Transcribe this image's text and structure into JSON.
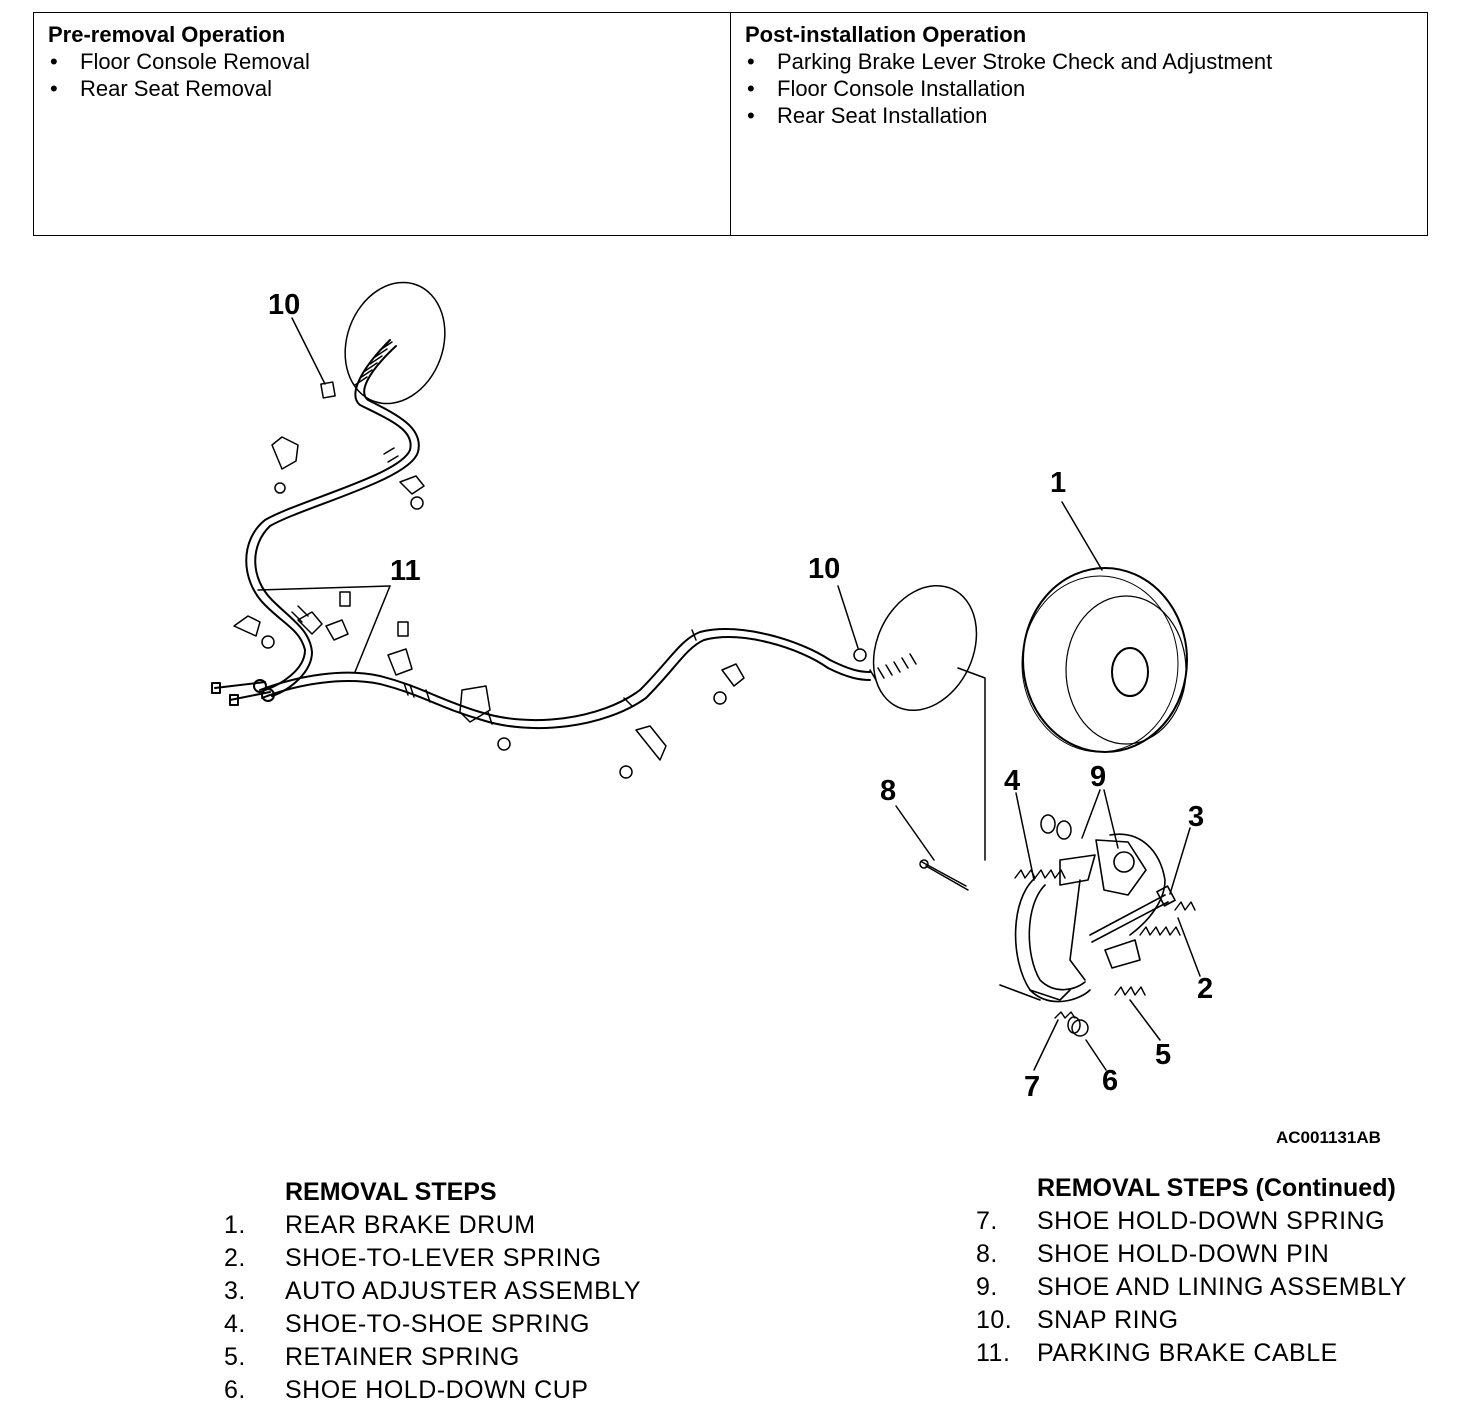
{
  "pre_removal": {
    "heading": "Pre-removal Operation",
    "items": [
      "Floor Console Removal",
      "Rear Seat Removal"
    ]
  },
  "post_installation": {
    "heading": "Post-installation Operation",
    "items": [
      "Parking Brake Lever Stroke Check and Adjustment",
      "Floor Console Installation",
      "Rear Seat Installation"
    ]
  },
  "callouts": {
    "c1": "1",
    "c2": "2",
    "c3": "3",
    "c4": "4",
    "c5": "5",
    "c6": "6",
    "c7": "7",
    "c8": "8",
    "c9": "9",
    "c10_top": "10",
    "c10_mid": "10",
    "c11": "11"
  },
  "figure_id": "AC001131AB",
  "removal_steps": {
    "title": "REMOVAL STEPS",
    "steps": [
      {
        "num": "1.",
        "label": "REAR BRAKE DRUM"
      },
      {
        "num": "2.",
        "label": "SHOE-TO-LEVER SPRING"
      },
      {
        "num": "3.",
        "label": "AUTO ADJUSTER ASSEMBLY"
      },
      {
        "num": "4.",
        "label": "SHOE-TO-SHOE SPRING"
      },
      {
        "num": "5.",
        "label": "RETAINER SPRING"
      },
      {
        "num": "6.",
        "label": "SHOE HOLD-DOWN CUP"
      }
    ]
  },
  "removal_steps_continued": {
    "title": "REMOVAL STEPS (Continued)",
    "steps": [
      {
        "num": "7.",
        "label": "SHOE HOLD-DOWN SPRING"
      },
      {
        "num": "8.",
        "label": "SHOE HOLD-DOWN PIN"
      },
      {
        "num": "9.",
        "label": "SHOE AND LINING ASSEMBLY"
      },
      {
        "num": "10.",
        "label": "SNAP RING"
      },
      {
        "num": "11.",
        "label": "PARKING BRAKE CABLE"
      }
    ]
  }
}
